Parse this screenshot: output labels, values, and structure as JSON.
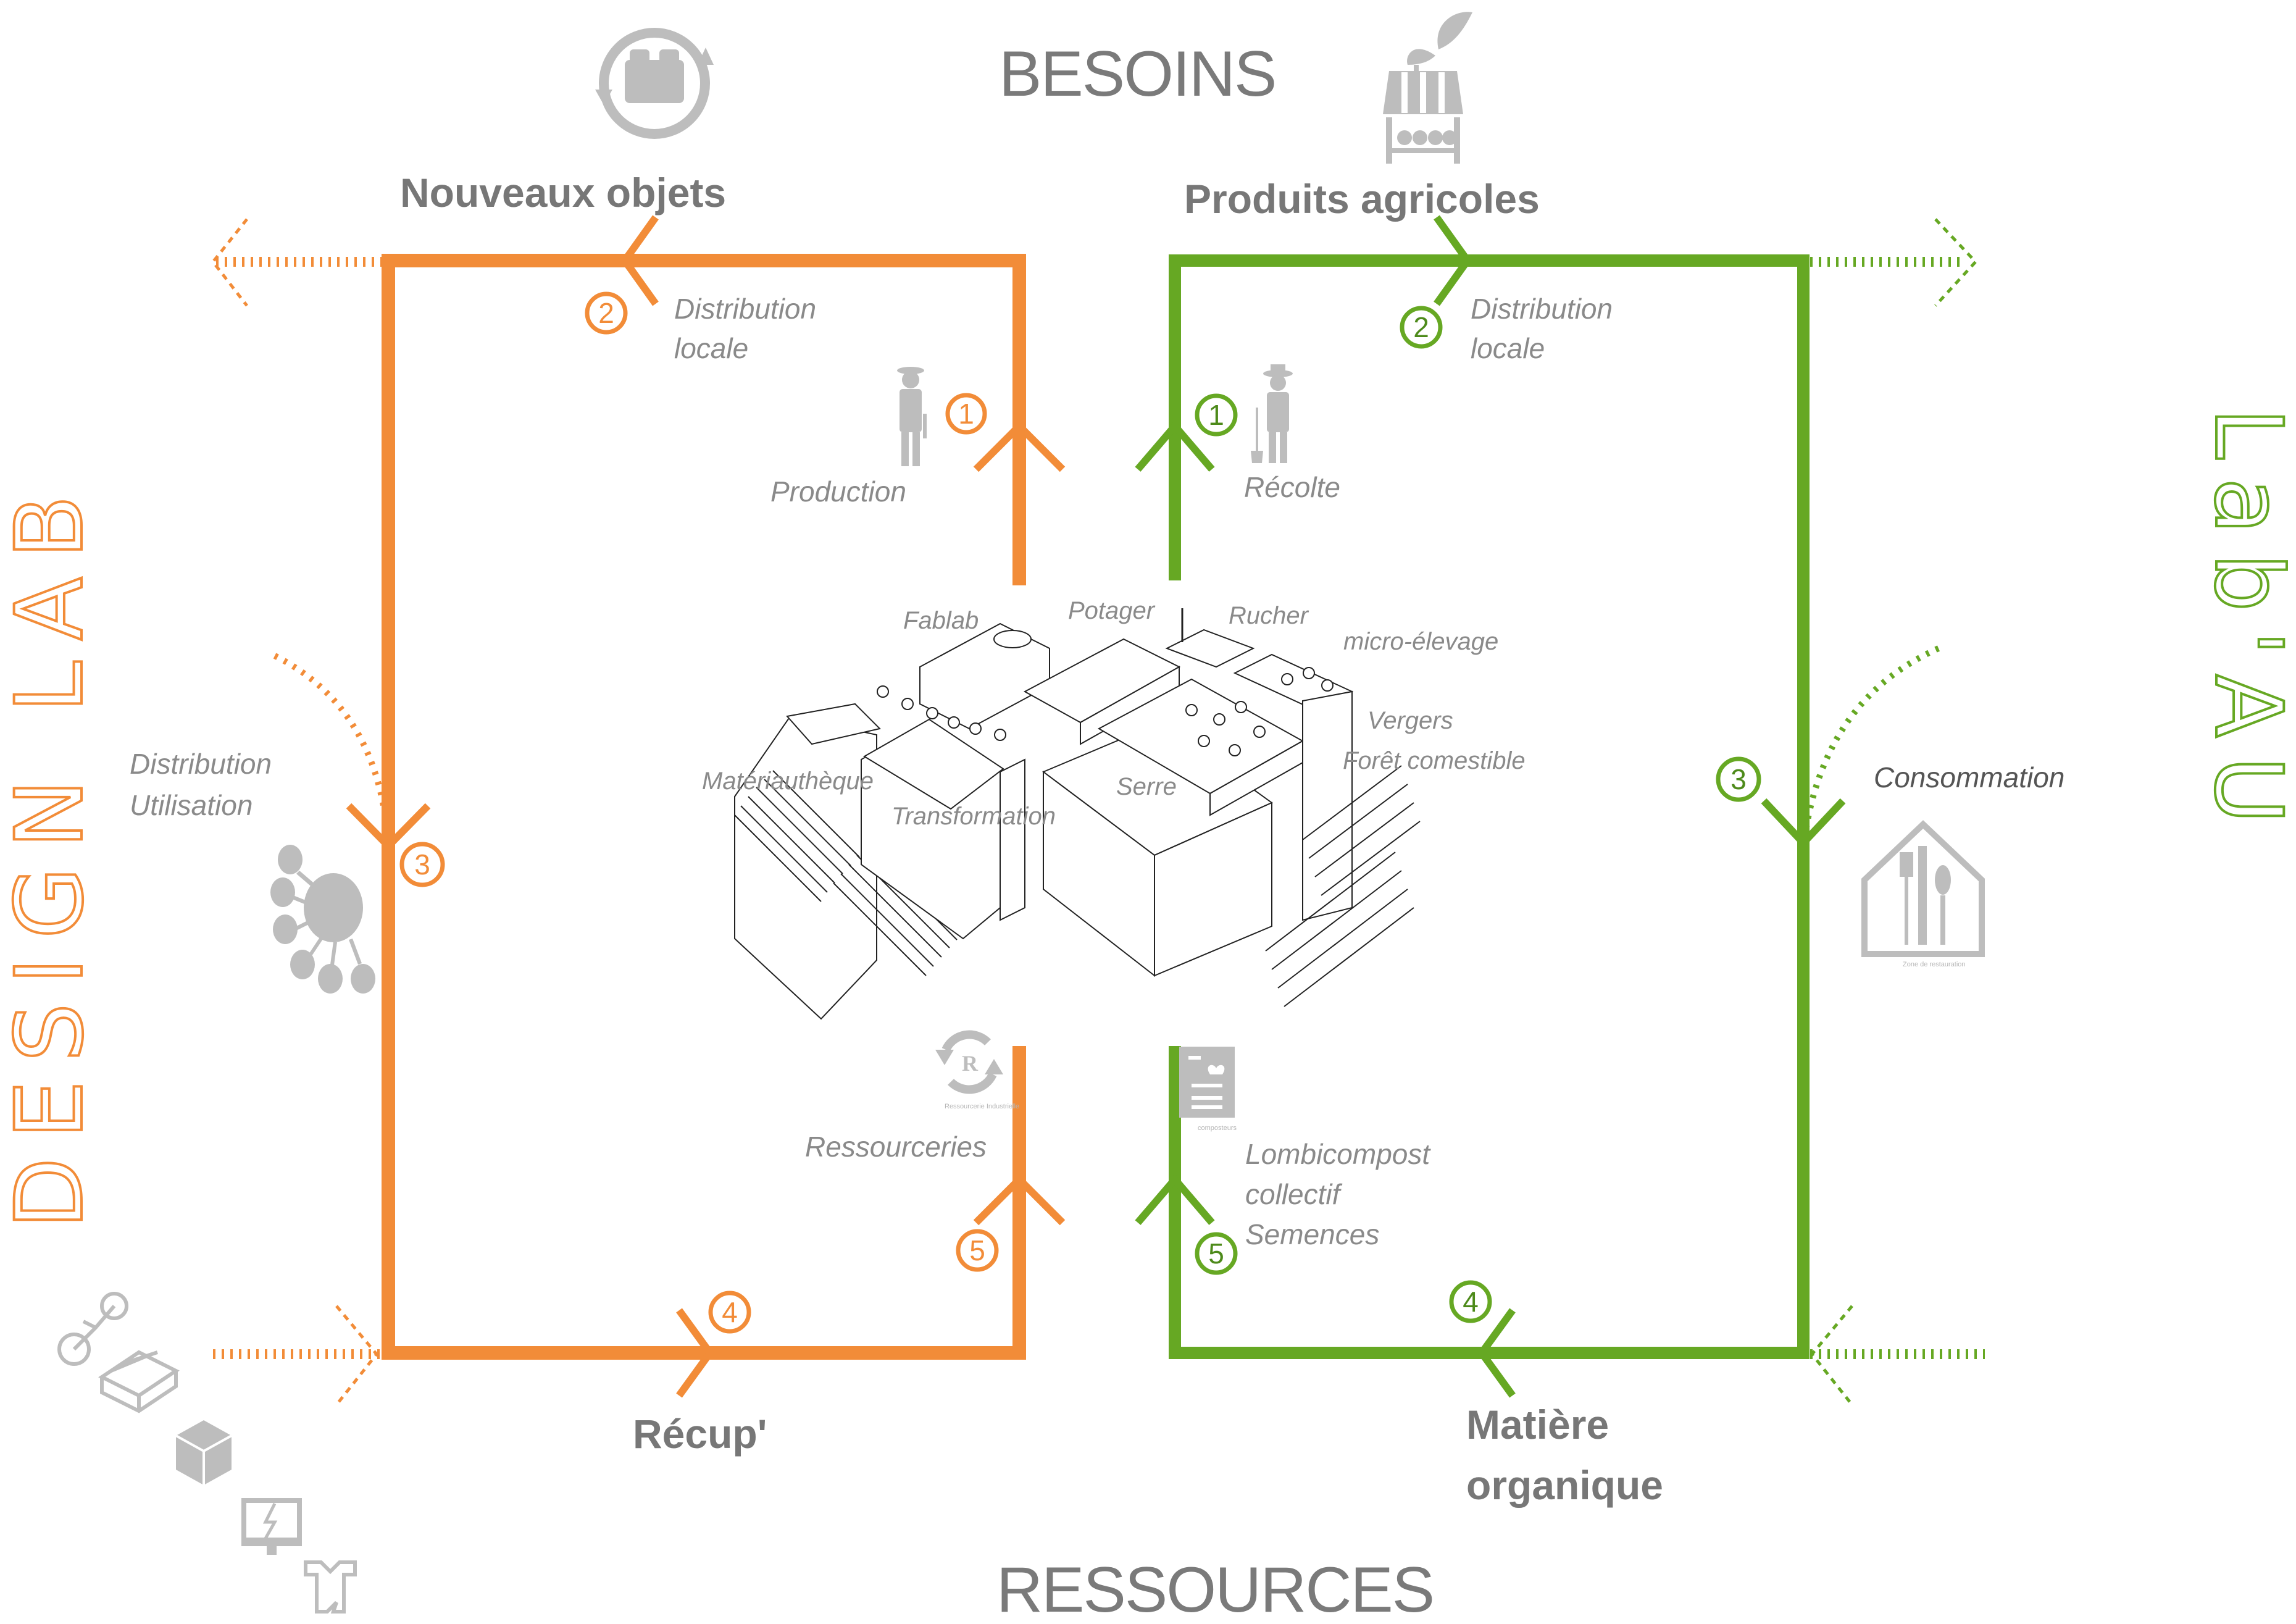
{
  "colors": {
    "orange": "#F28C38",
    "green": "#66A823",
    "text_grey": "#7a7a7a",
    "icon_grey": "#bdbdbd"
  },
  "headings": {
    "top": "BESOINS",
    "bottom": "RESSOURCES"
  },
  "side_titles": {
    "left": "DESIGN LAB",
    "right": "Lab'AU"
  },
  "orange_loop": {
    "name": "Design Lab",
    "top_label": "Nouveaux objets",
    "bottom_label": "Récup'",
    "steps": [
      {
        "number": "1",
        "label": "Production"
      },
      {
        "number": "2",
        "label_line1": "Distribution",
        "label_line2": "locale"
      },
      {
        "number": "3",
        "label_line1": "Distribution",
        "label_line2": "Utilisation"
      },
      {
        "number": "4",
        "label": ""
      },
      {
        "number": "5",
        "label": "Ressourceries"
      }
    ],
    "icons": [
      {
        "name": "recycled-furniture-icon"
      },
      {
        "name": "worker-icon"
      },
      {
        "name": "network-icon"
      },
      {
        "name": "ressourcerie-icon",
        "caption": "Ressourcerie Industrielle"
      },
      {
        "name": "bicycle-icon"
      },
      {
        "name": "pallet-icon"
      },
      {
        "name": "boxes-icon"
      },
      {
        "name": "broken-screen-icon"
      },
      {
        "name": "torn-shirt-icon"
      }
    ]
  },
  "green_loop": {
    "name": "Lab'AU",
    "top_label": "Produits agricoles",
    "bottom_label_line1": "Matière",
    "bottom_label_line2": "organique",
    "steps": [
      {
        "number": "1",
        "label": "Récolte"
      },
      {
        "number": "2",
        "label_line1": "Distribution",
        "label_line2": "locale"
      },
      {
        "number": "3",
        "label": "Consommation"
      },
      {
        "number": "4",
        "label": ""
      },
      {
        "number": "5",
        "label_line1": "Lombicompost",
        "label_line2": "collectif",
        "label_line3": "Semences"
      }
    ],
    "icons": [
      {
        "name": "market-stall-icon"
      },
      {
        "name": "farmer-icon"
      },
      {
        "name": "restaurant-icon",
        "caption": "Zone de restauration"
      },
      {
        "name": "composter-icon",
        "caption": "composteurs"
      }
    ]
  },
  "building": {
    "labels": [
      "Fablab",
      "Potager",
      "Rucher",
      "micro-élevage",
      "Vergers",
      "Forêt comestible",
      "Serre",
      "Matériauthèque",
      "Transformation"
    ]
  }
}
